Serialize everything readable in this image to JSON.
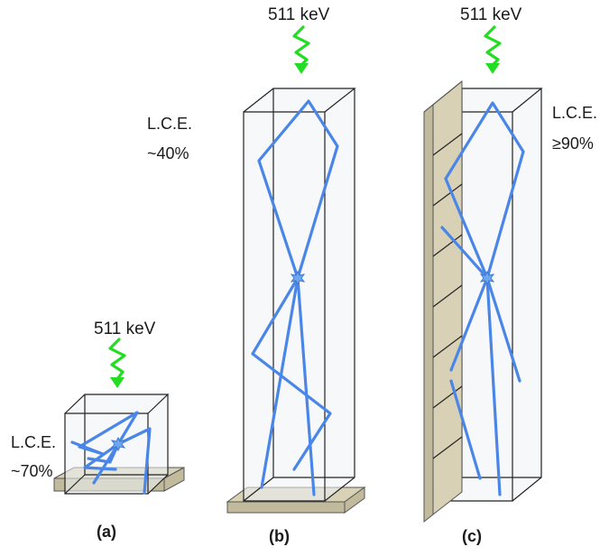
{
  "energy_label": "511 keV",
  "panels": [
    {
      "id": "a",
      "caption": "(a)",
      "lce_line1": "L.C.E.",
      "lce_line2": "~70%"
    },
    {
      "id": "b",
      "caption": "(b)",
      "lce_line1": "L.C.E.",
      "lce_line2": "~40%"
    },
    {
      "id": "c",
      "caption": "(c)",
      "lce_line1": "L.C.E.",
      "lce_line2": "≥90%"
    }
  ],
  "colors": {
    "light_path": "#4a86e8",
    "gamma_ray": "#22dd22",
    "photodetector": "#d8d1b6"
  }
}
